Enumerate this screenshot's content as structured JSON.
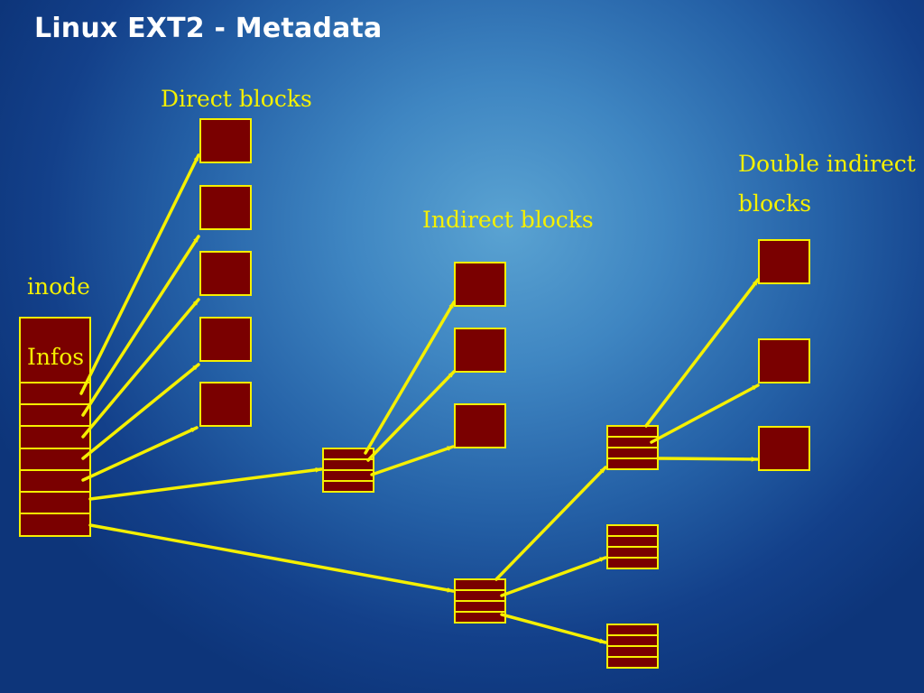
{
  "slide": {
    "title": "Linux EXT2 - Metadata"
  },
  "labels": {
    "direct_blocks": "Direct blocks",
    "indirect_blocks": "Indirect blocks",
    "double_indirect_line1": "Double indirect",
    "double_indirect_line2": "blocks",
    "inode": "inode",
    "infos": "Infos"
  },
  "colors": {
    "background": "#1f5aa0",
    "arrow": "#f5f000",
    "block_fill": "#7a0000",
    "block_border": "#f5f000"
  }
}
